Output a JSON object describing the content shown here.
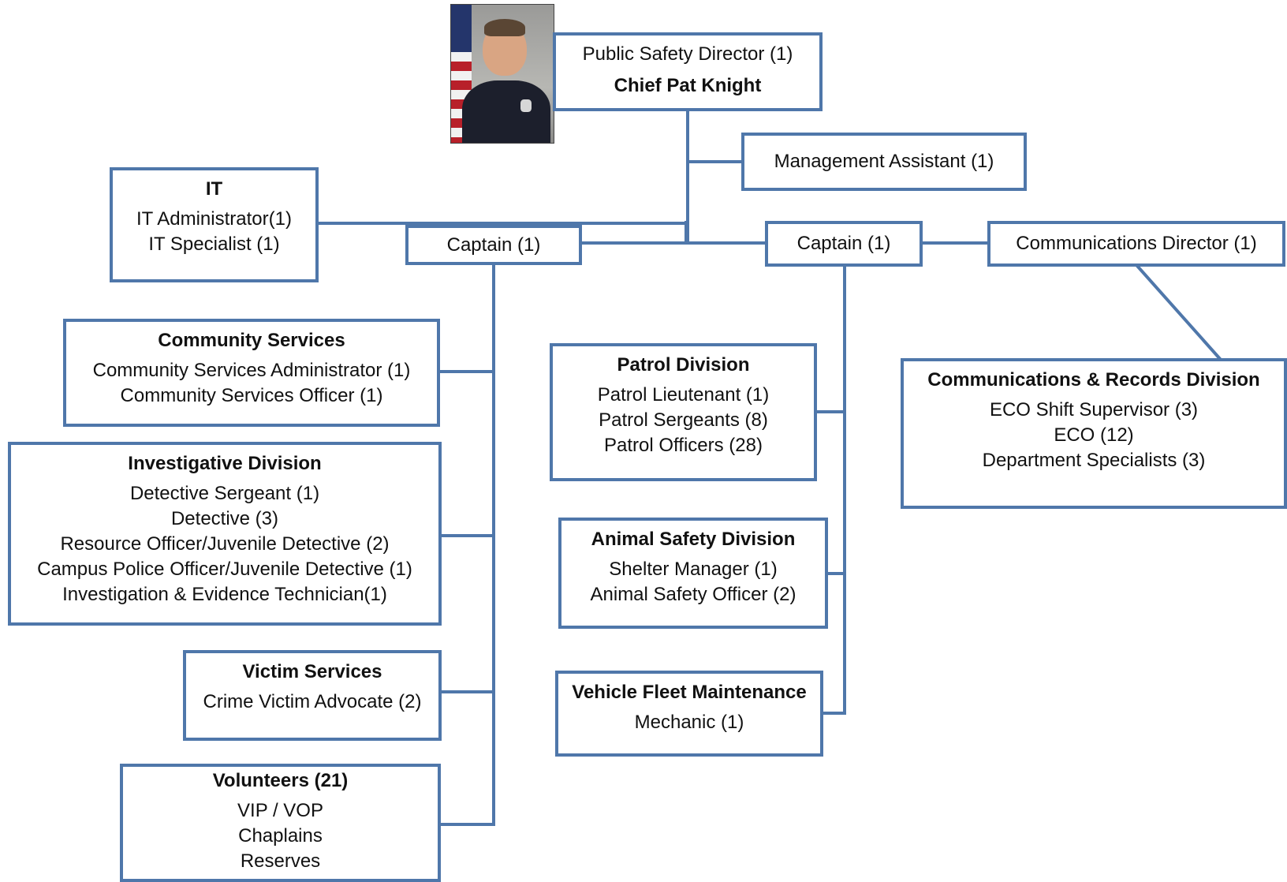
{
  "colors": {
    "border": "#4f77aa",
    "connector": "#4f77aa"
  },
  "photo": {
    "alt": "Chief Pat Knight portrait",
    "icon": "person-photo"
  },
  "director": {
    "position": "Public Safety Director (1)",
    "name": "Chief Pat Knight"
  },
  "management_assistant": {
    "label": "Management Assistant (1)"
  },
  "captain_left": {
    "label": "Captain (1)"
  },
  "captain_right": {
    "label": "Captain (1)"
  },
  "communications_director": {
    "label": "Communications Director (1)"
  },
  "it": {
    "title": "IT",
    "lines": [
      "IT Administrator(1)",
      "IT Specialist (1)"
    ]
  },
  "community_services": {
    "title": "Community Services",
    "lines": [
      "Community Services Administrator (1)",
      "Community Services Officer (1)"
    ]
  },
  "investigative": {
    "title": "Investigative Division",
    "lines": [
      "Detective Sergeant (1)",
      "Detective (3)",
      "Resource Officer/Juvenile Detective (2)",
      "Campus  Police Officer/Juvenile Detective (1)",
      "Investigation & Evidence Technician(1)"
    ]
  },
  "victim_services": {
    "title": "Victim Services",
    "lines": [
      "Crime Victim Advocate (2)"
    ]
  },
  "volunteers": {
    "title": "Volunteers (21)",
    "lines": [
      "VIP / VOP",
      "Chaplains",
      "Reserves"
    ]
  },
  "patrol": {
    "title": "Patrol Division",
    "lines": [
      "Patrol Lieutenant (1)",
      "Patrol Sergeants (8)",
      "Patrol Officers (28)"
    ]
  },
  "animal_safety": {
    "title": "Animal Safety Division",
    "lines": [
      "Shelter Manager (1)",
      "Animal Safety Officer (2)"
    ]
  },
  "fleet": {
    "title": "Vehicle Fleet Maintenance",
    "lines": [
      "Mechanic (1)"
    ]
  },
  "communications_records": {
    "title": "Communications & Records Division",
    "lines": [
      "ECO Shift Supervisor (3)",
      "ECO (12)",
      "Department Specialists  (3)"
    ]
  }
}
